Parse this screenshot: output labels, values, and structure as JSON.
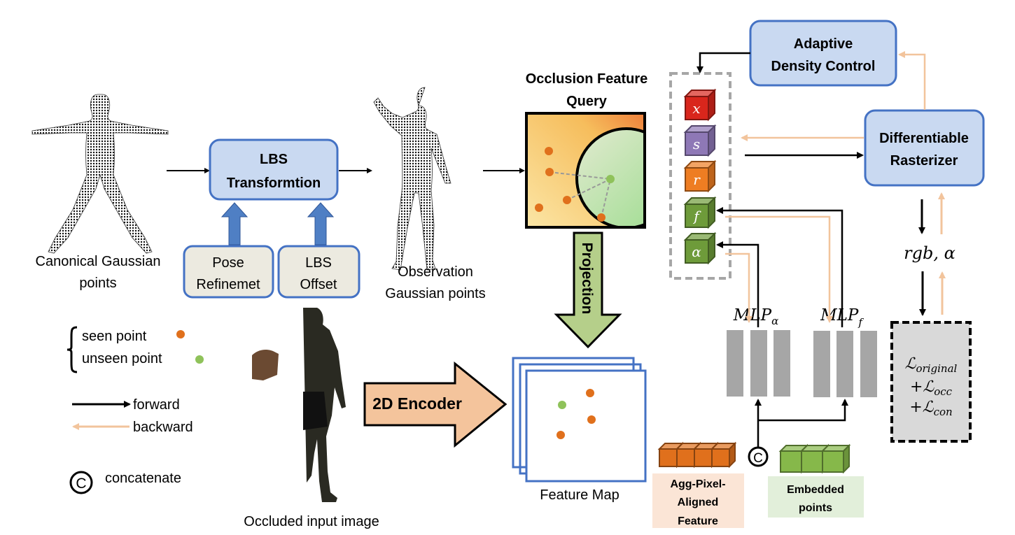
{
  "canonical": {
    "label_line1": "Canonical Gaussian",
    "label_line2": "points"
  },
  "lbs": {
    "title_line1": "LBS",
    "title_line2": "Transformtion"
  },
  "pose_refine": {
    "line1": "Pose",
    "line2": "Refinemet"
  },
  "lbs_offset": {
    "line1": "LBS",
    "line2": "Offset"
  },
  "observation": {
    "label_line1": "Observation",
    "label_line2": "Gaussian points"
  },
  "occlusion_query": {
    "title_line1": "Occlusion Feature",
    "title_line2": "Query"
  },
  "projection": {
    "label": "Projection"
  },
  "feature_map": {
    "label": "Feature Map"
  },
  "encoder": {
    "label": "2D Encoder"
  },
  "occluded_image": {
    "label": "Occluded input image"
  },
  "legend": {
    "seen": "seen point",
    "unseen": "unseen point",
    "forward": "forward",
    "backward": "backward",
    "concat_symbol": "C",
    "concatenate": "concatenate"
  },
  "attributes": [
    {
      "symbol": "x",
      "color": "#d9261c"
    },
    {
      "symbol": "s",
      "color": "#8e78b6"
    },
    {
      "symbol": "r",
      "color": "#ee7d22"
    },
    {
      "symbol": "f",
      "color": "#6e9b3a"
    },
    {
      "symbol": "α",
      "color": "#6e9b3a"
    }
  ],
  "adaptive_density": {
    "line1": "Adaptive",
    "line2": "Density Control"
  },
  "rasterizer": {
    "line1": "Differentiable",
    "line2": "Rasterizer"
  },
  "output": {
    "label": "rgb, α"
  },
  "loss": {
    "line1": "ℒ",
    "line1_sub": "original",
    "line2": "+ℒ",
    "line2_sub": "occ",
    "line3": "+ℒ",
    "line3_sub": "con"
  },
  "mlp_alpha": {
    "base": "MLP",
    "sub": "α"
  },
  "mlp_f": {
    "base": "MLP",
    "sub": "f"
  },
  "agg_feature": {
    "line1": "Agg-Pixel-",
    "line2": "Aligned",
    "line3": "Feature"
  },
  "embedded": {
    "line1": "Embedded",
    "line2": "points"
  },
  "colors": {
    "box_fill": "#c9d9f1",
    "box_stroke": "#4472c4",
    "seen_point": "#e0701c",
    "unseen_point": "#8fc25a",
    "backward": "#f2c49c",
    "forward": "#000000",
    "encoder_fill": "#f4c49c",
    "projection_fill": "#b5cf8a"
  }
}
